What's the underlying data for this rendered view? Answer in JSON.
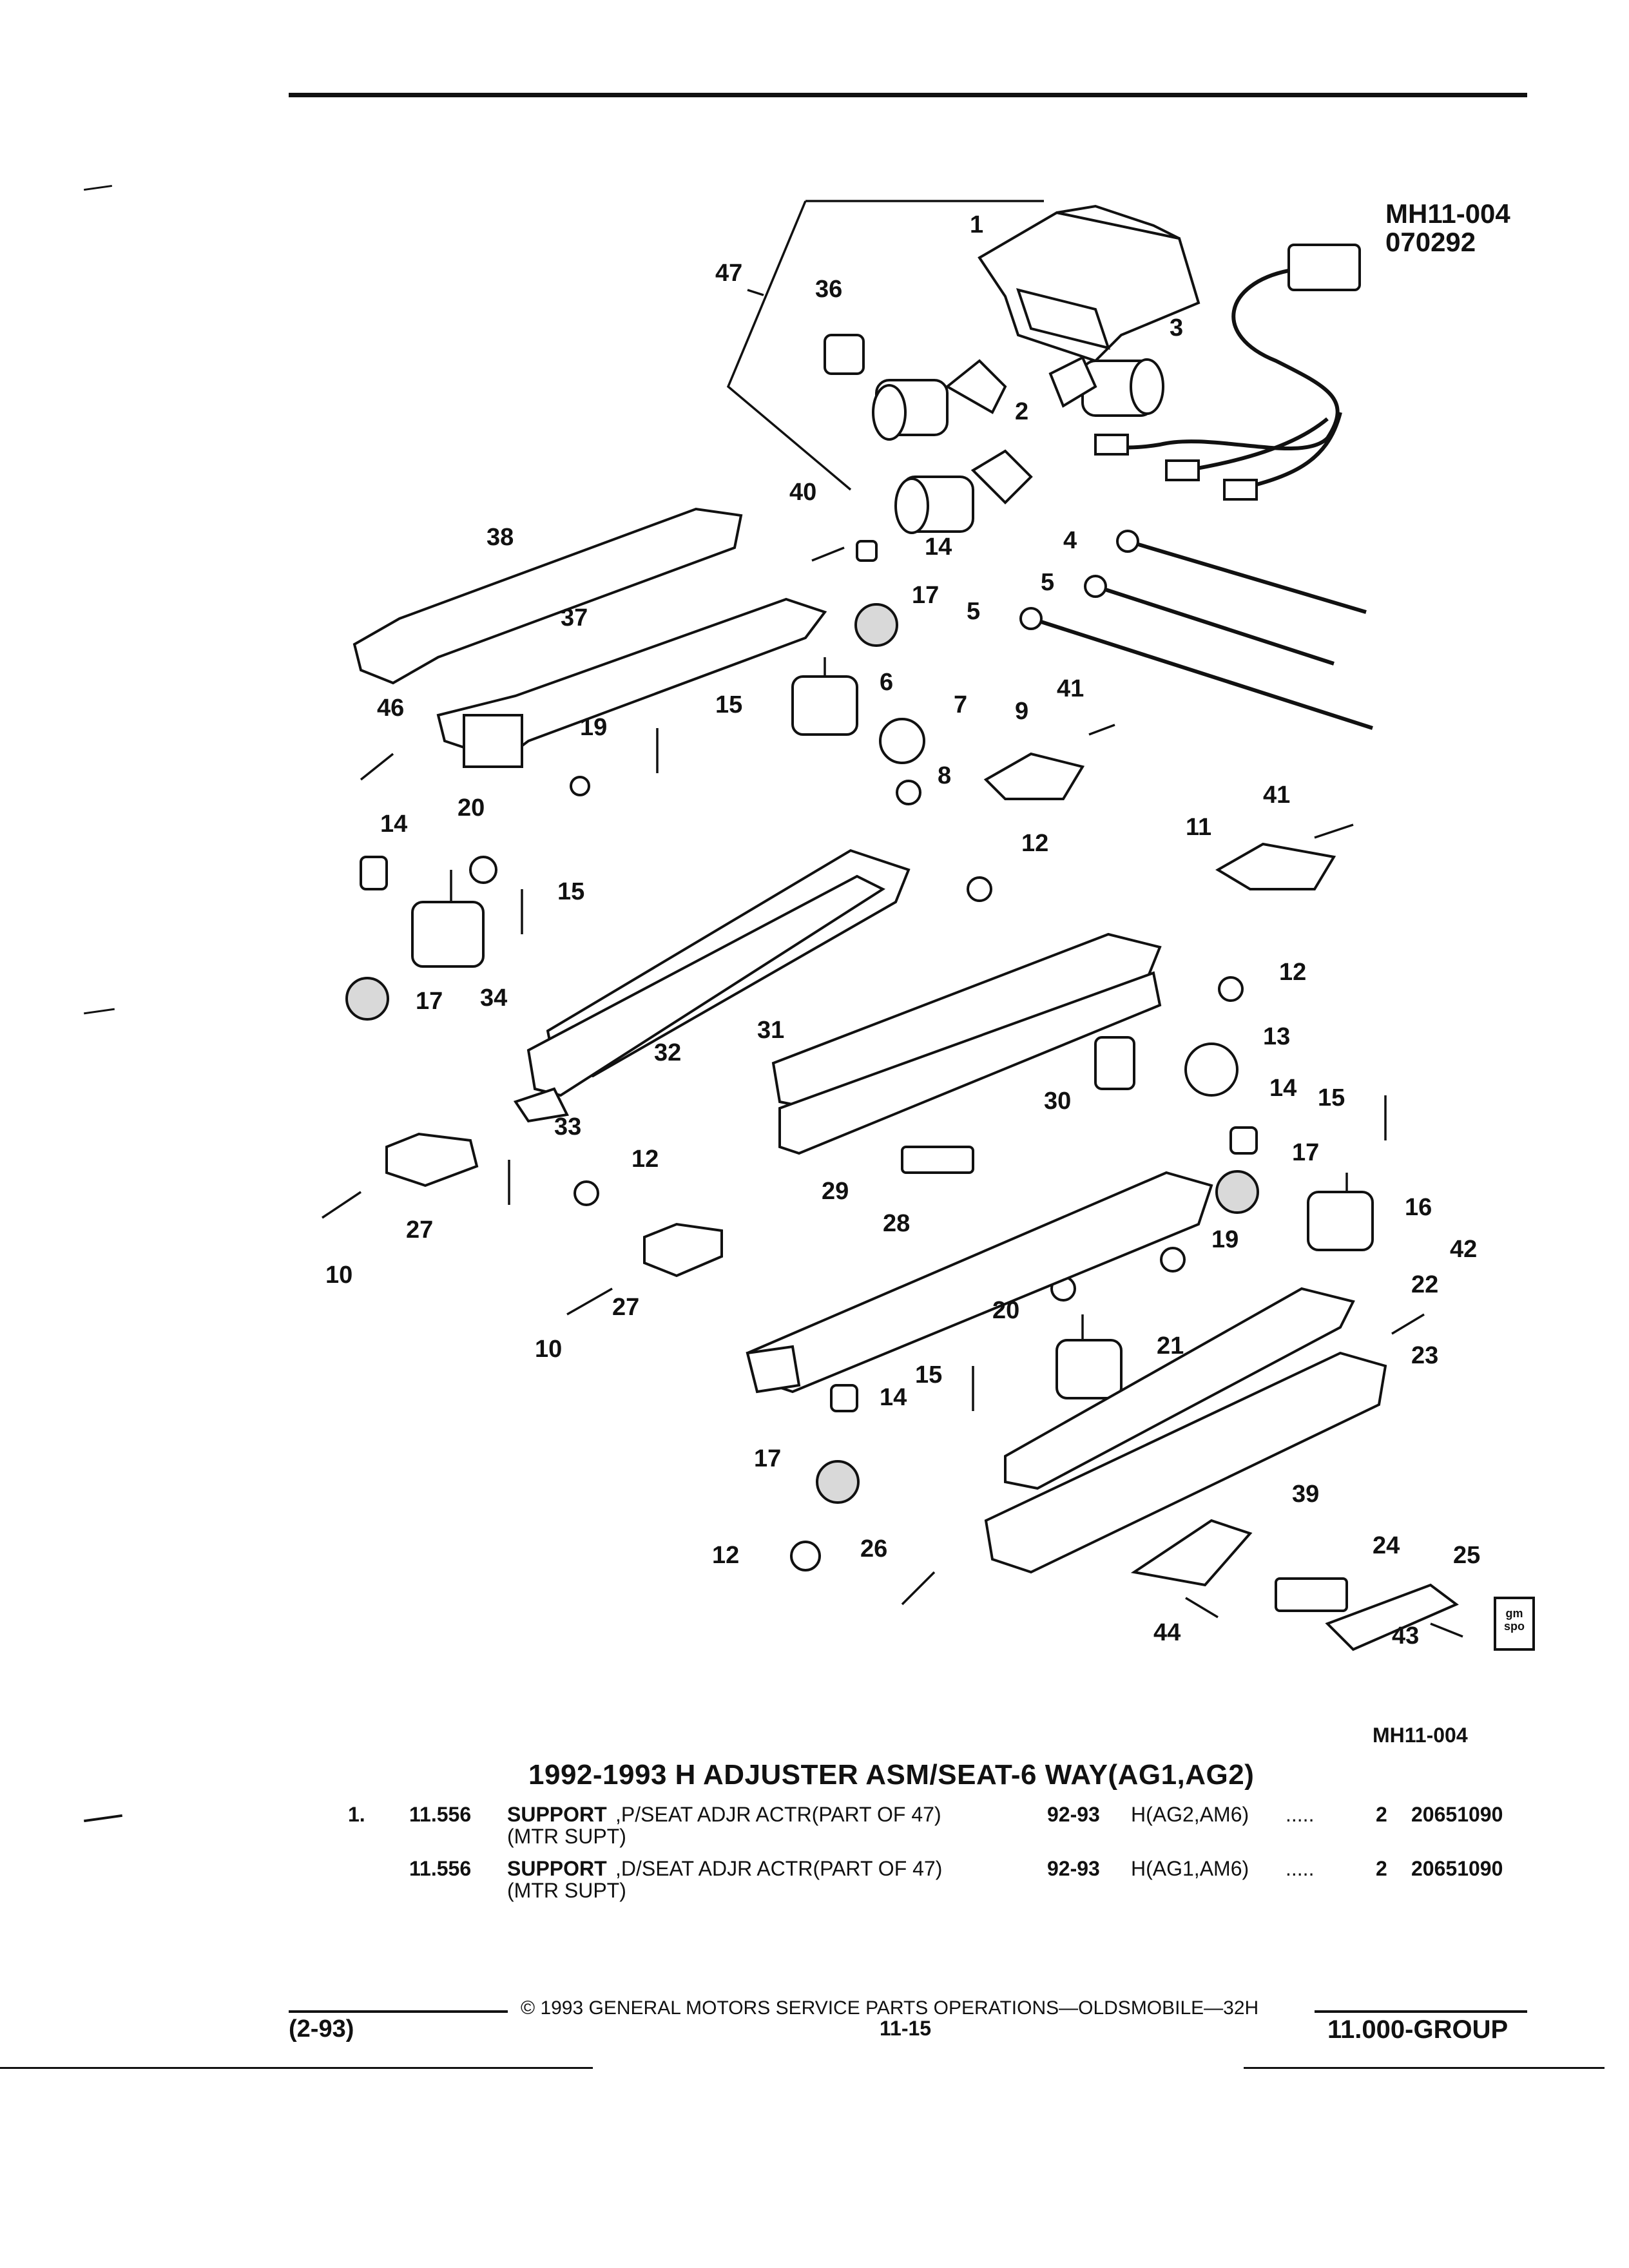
{
  "diagram_ref": {
    "line1": "MH11-004",
    "line2": "070292"
  },
  "diagram_caption": "MH11-004",
  "callouts": {
    "c1": "1",
    "c2": "2",
    "c3": "3",
    "c4": "4",
    "c5a": "5",
    "c5b": "5",
    "c6": "6",
    "c7": "7",
    "c8": "8",
    "c9": "9",
    "c10a": "10",
    "c10b": "10",
    "c11": "11",
    "c12a": "12",
    "c12b": "12",
    "c12c": "12",
    "c12d": "12",
    "c13": "13",
    "c14a": "14",
    "c14b": "14",
    "c14c": "14",
    "c14d": "14",
    "c15a": "15",
    "c15b": "15",
    "c15c": "15",
    "c15d": "15",
    "c16": "16",
    "c17a": "17",
    "c17b": "17",
    "c17c": "17",
    "c17d": "17",
    "c19a": "19",
    "c19b": "19",
    "c20a": "20",
    "c20b": "20",
    "c21": "21",
    "c22": "22",
    "c23": "23",
    "c24": "24",
    "c25": "25",
    "c26": "26",
    "c27a": "27",
    "c27b": "27",
    "c28": "28",
    "c29": "29",
    "c30": "30",
    "c31": "31",
    "c32": "32",
    "c33": "33",
    "c34": "34",
    "c36": "36",
    "c37": "37",
    "c38": "38",
    "c39": "39",
    "c40": "40",
    "c41a": "41",
    "c41b": "41",
    "c42": "42",
    "c43": "43",
    "c44": "44",
    "c46": "46",
    "c47": "47"
  },
  "logo": {
    "line1": "gm",
    "line2": "spo"
  },
  "title": "1992-1993 H ADJUSTER ASM/SEAT-6 WAY(AG1,AG2)",
  "parts": [
    {
      "item": "1.",
      "group": "11.556",
      "name": "SUPPORT",
      "desc": ",P/SEAT ADJR ACTR(PART OF 47)",
      "note": "(MTR SUPT)",
      "years": "92-93",
      "usage": "H(AG2,AM6)",
      "dots": ".....",
      "qty": "2",
      "part_no": "20651090"
    },
    {
      "item": "",
      "group": "11.556",
      "name": "SUPPORT",
      "desc": ",D/SEAT ADJR ACTR(PART OF 47)",
      "note": "(MTR SUPT)",
      "years": "92-93",
      "usage": "H(AG1,AM6)",
      "dots": ".....",
      "qty": "2",
      "part_no": "20651090"
    }
  ],
  "footer": {
    "copyright": "© 1993 GENERAL MOTORS SERVICE PARTS OPERATIONS—OLDSMOBILE—32H",
    "date": "(2-93)",
    "page": "11-15",
    "group": "11.000-GROUP"
  }
}
